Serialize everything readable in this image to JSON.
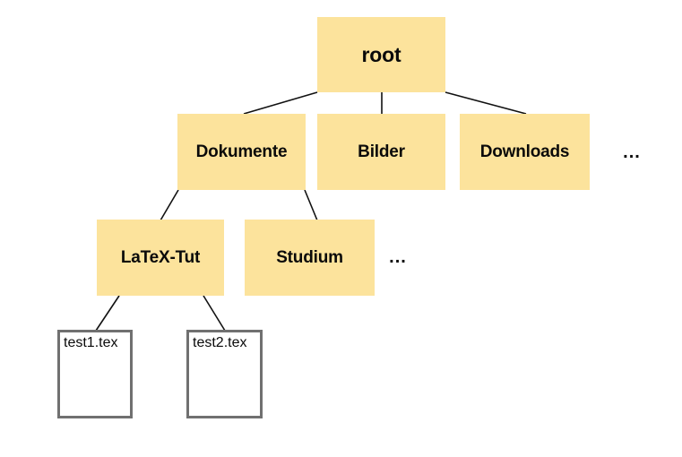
{
  "diagram": {
    "type": "file-system-tree",
    "root": {
      "label": "root"
    },
    "level2": [
      {
        "label": "Dokumente"
      },
      {
        "label": "Bilder"
      },
      {
        "label": "Downloads"
      }
    ],
    "level2_ellipsis": "...",
    "level3": [
      {
        "label": "LaTeX-Tut"
      },
      {
        "label": "Studium"
      }
    ],
    "level3_ellipsis": "...",
    "files": [
      {
        "label": "test1.tex"
      },
      {
        "label": "test2.tex"
      }
    ]
  },
  "colors": {
    "folder_fill": "#FCE39C",
    "file_border": "#707070",
    "edge": "#111111",
    "background": "#FFFFFF"
  }
}
